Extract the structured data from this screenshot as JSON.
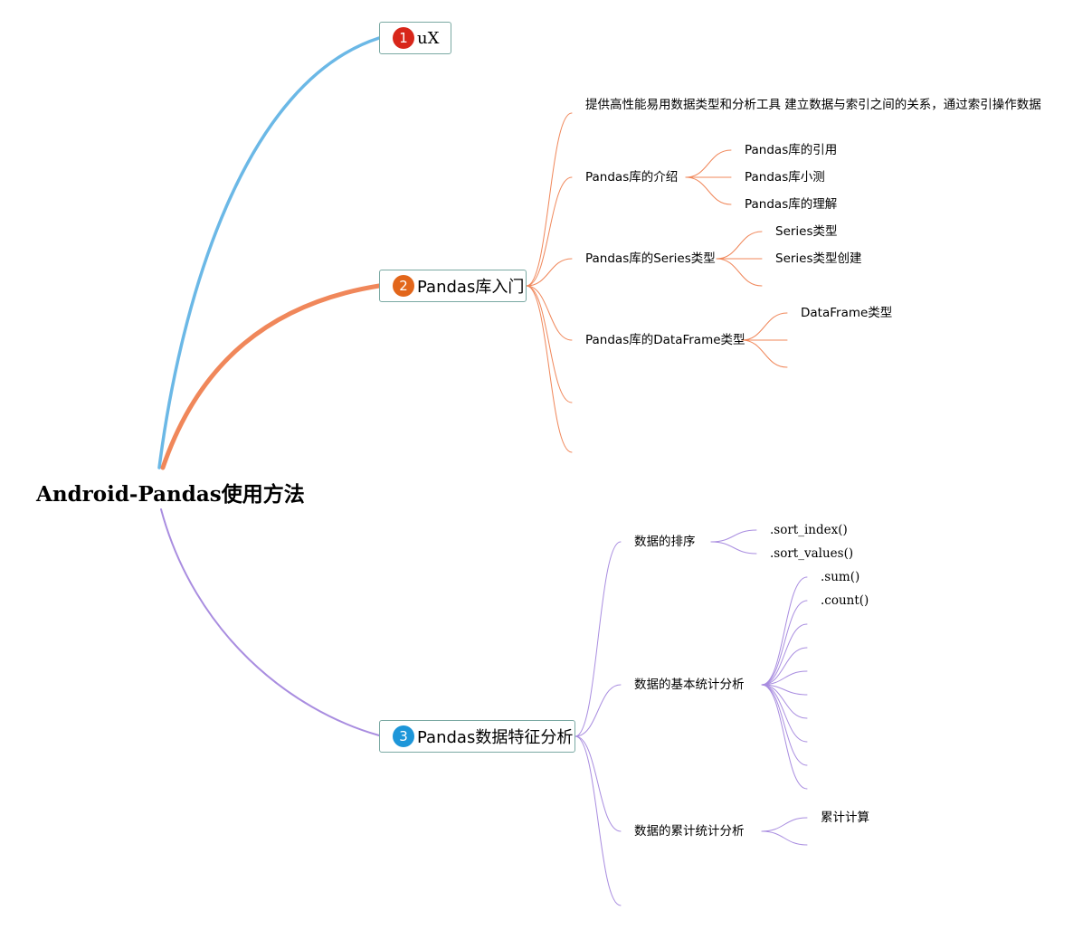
{
  "root": {
    "label": "Android-Pandas使用方法"
  },
  "branches": [
    {
      "badge": "1",
      "label": "uX",
      "color": "#6bb8e6",
      "badge_color": "#d8261a"
    },
    {
      "badge": "2",
      "label": "Pandas库入门",
      "color": "#f0875a",
      "badge_color": "#e2661b"
    },
    {
      "badge": "3",
      "label": "Pandas数据特征分析",
      "color": "#a98de0",
      "badge_color": "#1d96d9"
    }
  ],
  "b2": {
    "intro_text": "提供高性能易用数据类型和分析工具 建立数据与索引之间的关系，通过索引操作数据",
    "intro": {
      "label": "Pandas库的介绍",
      "children": [
        "Pandas库的引用",
        "Pandas库小测",
        "Pandas库的理解"
      ]
    },
    "series": {
      "label": "Pandas库的Series类型",
      "children": [
        "Series类型",
        "Series类型创建"
      ]
    },
    "dataframe": {
      "label": "Pandas库的DataFrame类型",
      "children": [
        "DataFrame类型"
      ]
    }
  },
  "b3": {
    "sort": {
      "label": "数据的排序",
      "children": [
        ".sort_index()",
        ".sort_values()"
      ]
    },
    "basic": {
      "label": "数据的基本统计分析",
      "children": [
        ".sum()",
        ".count()"
      ]
    },
    "cumulative": {
      "label": "数据的累计统计分析",
      "children": [
        "累计计算"
      ]
    }
  }
}
